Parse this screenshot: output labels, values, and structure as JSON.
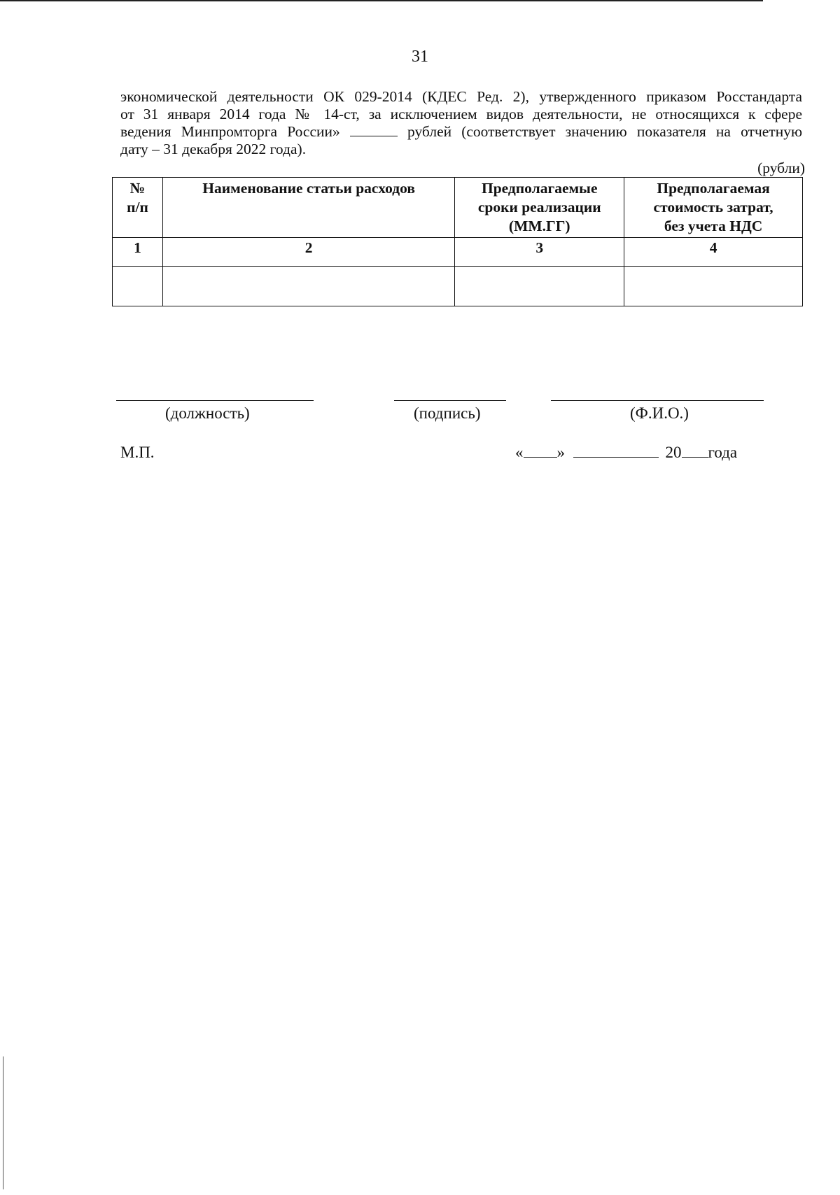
{
  "page": {
    "number": "31"
  },
  "paragraph": {
    "line1": "экономической деятельности ОК 029-2014 (КДЕС Ред. 2), утвержденного приказом Росстандарта",
    "line2": "от 31 января 2014 года № 14-ст, за исключением видов деятельности, не относящихся к сфере",
    "line3_before": "ведения Минпромторга России»",
    "line3_after": "рублей (соответствует значению показателя на отчетную",
    "line4": "дату – 31 декабря 2022 года)."
  },
  "table": {
    "units": "(рубли)",
    "headers": [
      "№\nп/п",
      "Наименование статьи расходов",
      "Предполагаемые\nсроки реализации\n(ММ.ГГ)",
      "Предполагаемая\nстоимость затрат,\nбез учета НДС"
    ],
    "column_numbers": [
      "1",
      "2",
      "3",
      "4"
    ],
    "rows": [
      [
        "",
        "",
        "",
        ""
      ]
    ]
  },
  "signature": {
    "position_label": "(должность)",
    "signature_label": "(подпись)",
    "name_label": "(Ф.И.О.)"
  },
  "footer": {
    "stamp": "М.П.",
    "quote_open": "«",
    "quote_close": "»",
    "year_prefix": "20",
    "year_suffix": "года"
  }
}
